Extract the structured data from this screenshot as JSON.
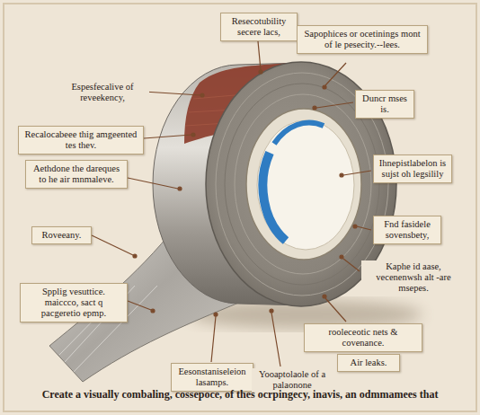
{
  "diagram": {
    "caption": "Create a visually combaling, cossepoce, of thes ocrpingecy, inavis, an odmmamees that",
    "nodes": [
      {
        "text": [
          "Resecotubility secere lacs,"
        ]
      },
      {
        "text": [
          "Sapophices or ocetinings mont of le pesecity.--lees."
        ]
      },
      {
        "text": [
          "Recalocabeee thig amgeented tes thev."
        ]
      },
      {
        "text": [
          "Duncr mses is."
        ]
      },
      {
        "text": [
          "Aethdone the dareques to he air mnmaleve."
        ]
      },
      {
        "text": [
          "Ihnepistlabelon is sujst oh legsilily"
        ]
      },
      {
        "text": [
          "Roveeany."
        ]
      },
      {
        "text": [
          "Fnd fasidele sovensbety,"
        ]
      },
      {
        "text": [
          "Spplig vesuttice. maiccco, sact q pacgeretio epmp."
        ]
      },
      {
        "text": [
          "rooleceotic nets & covenance."
        ]
      },
      {
        "text": [
          "Air leaks."
        ]
      },
      {
        "text": [
          "Eesonstaniseleion lasamps."
        ]
      }
    ],
    "labels": [
      "Espesfecalive of reveekency,",
      "Kaphe id aase, vecenenwsh alt -are msepes.",
      "Yooaptolaole of a palaonone"
    ]
  }
}
